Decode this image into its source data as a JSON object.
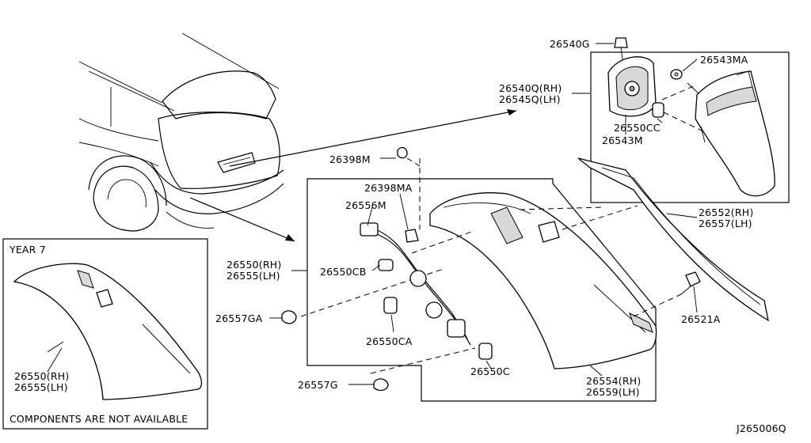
{
  "diagram_id": "J265006Q",
  "inset": {
    "title": "YEAR 7",
    "part_rh": "26550(RH)",
    "part_lh": "26555(LH)",
    "note": "COMPONENTS ARE NOT AVAILABLE"
  },
  "labels": {
    "p26540G": "26540G",
    "p26543MA": "26543MA",
    "p26540Q": "26540Q(RH)",
    "p26545Q": "26545Q(LH)",
    "p26550CC": "26550CC",
    "p26543M": "26543M",
    "p26398M": "26398M",
    "p26398MA": "26398MA",
    "p26556M": "26556M",
    "p26550": "26550(RH)",
    "p26555": "26555(LH)",
    "p26550CB": "26550CB",
    "p26557GA": "26557GA",
    "p26550CA": "26550CA",
    "p26550C": "26550C",
    "p26557G": "26557G",
    "p26554": "26554(RH)",
    "p26559": "26559(LH)",
    "p26552": "26552(RH)",
    "p26557": "26557(LH)",
    "p26521A": "26521A"
  }
}
